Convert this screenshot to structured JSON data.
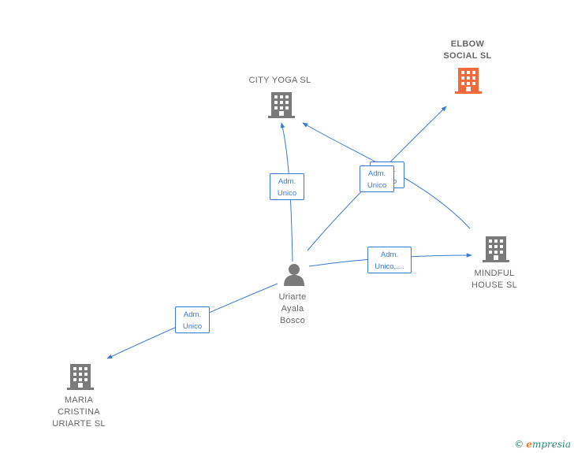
{
  "colors": {
    "edge": "#3a7ad0",
    "building": "#7a7a7a",
    "building_highlight": "#f06a3a",
    "person": "#7a7a7a"
  },
  "nodes": {
    "city_yoga": {
      "label": "CITY YOGA SL",
      "icon": "building-icon"
    },
    "elbow": {
      "label": "ELBOW\nSOCIAL  SL",
      "icon": "building-icon"
    },
    "mindful": {
      "label": "MINDFUL\nHOUSE  SL",
      "icon": "building-icon"
    },
    "maria": {
      "label": "MARIA\nCRISTINA\nURIARTE  SL",
      "icon": "building-icon"
    },
    "person": {
      "label": "Uriarte\nAyala\nBosco",
      "icon": "person-icon"
    }
  },
  "edges": {
    "to_city_yoga": {
      "label": "Adm.\nUnico"
    },
    "to_elbow_back": {
      "label": "Adm.\nUnico"
    },
    "to_elbow_front": {
      "label": "Adm.\nUnico"
    },
    "to_mindful": {
      "label": "Adm.\nUnico,...."
    },
    "to_maria": {
      "label": "Adm.\nUnico"
    }
  },
  "footer": {
    "copyright": "©",
    "brand_e": "e",
    "brand_rest": "mpresia"
  }
}
